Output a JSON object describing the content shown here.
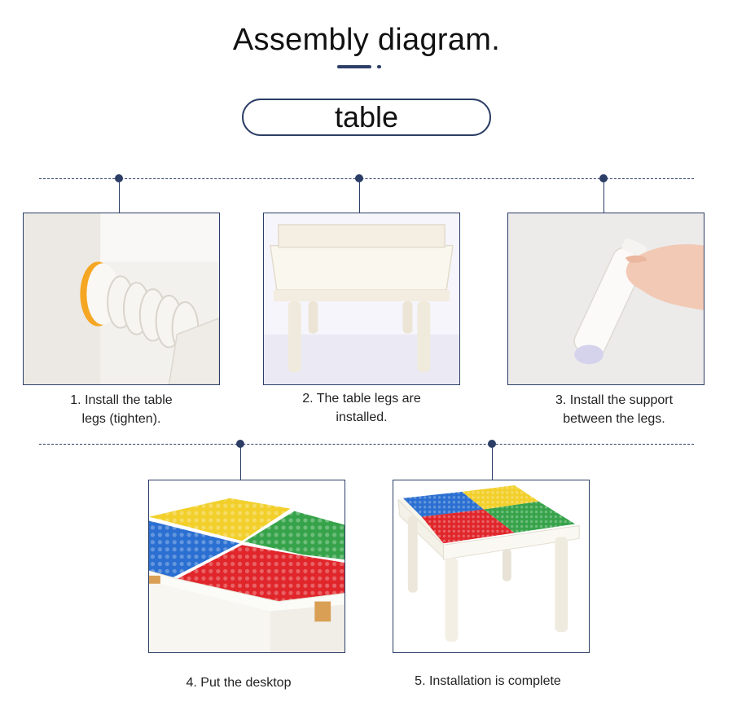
{
  "header": {
    "title": "Assembly diagram.",
    "badge": "table"
  },
  "colors": {
    "accent": "#2c3e66",
    "plate_yellow": "#f2cf2a",
    "plate_blue": "#2a6fd1",
    "plate_green": "#36a34a",
    "plate_red": "#e0262b"
  },
  "steps": [
    {
      "line1": "1. Install the table",
      "line2": "legs (tighten).",
      "photo": "leg-screw-photo"
    },
    {
      "line1": "2. The table legs are",
      "line2": "installed.",
      "photo": "table-frame-photo"
    },
    {
      "line1": "3. Install the support",
      "line2": "between the legs.",
      "photo": "support-bar-photo"
    },
    {
      "line1": "4. Put the desktop",
      "line2": "",
      "photo": "desktop-closeup-photo"
    },
    {
      "line1": "5. Installation is complete",
      "line2": "",
      "photo": "finished-table-photo"
    }
  ]
}
